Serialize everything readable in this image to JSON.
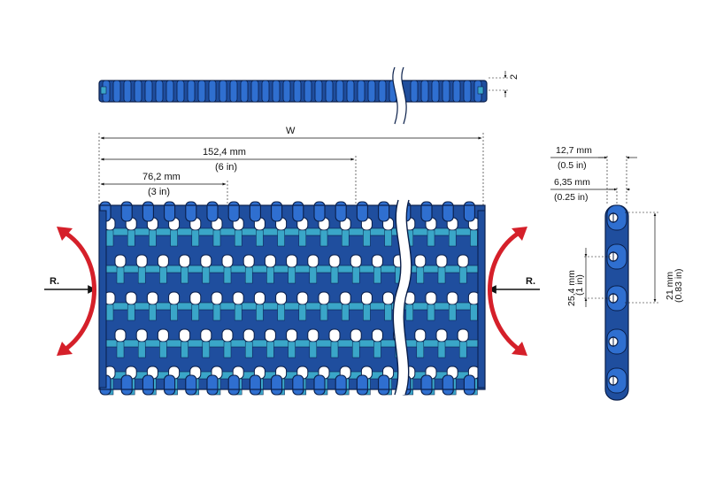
{
  "dimensions": {
    "width_label": "W",
    "pitch_6in_mm": "152,4 mm",
    "pitch_6in_in": "(6 in)",
    "pitch_3in_mm": "76,2 mm",
    "pitch_3in_in": "(3 in)",
    "side_top_mm": "12,7 mm",
    "side_top_in": "(0.5 in)",
    "side_mid_mm": "6,35 mm",
    "side_mid_in": "(0.25 in)",
    "side_pitch_mm": "25,4 mm",
    "side_pitch_in": "(1 in)",
    "side_height_mm": "21 mm",
    "side_height_in": "(0.83 in)",
    "top_thickness": "2"
  },
  "force_labels": {
    "left": "R.",
    "right": "R."
  },
  "colors": {
    "dark_blue": "#1f4e9e",
    "mid_blue": "#2f6fd0",
    "teal": "#3aa6c8",
    "outline": "#0a1f4a",
    "arrow_red": "#d5202a"
  }
}
